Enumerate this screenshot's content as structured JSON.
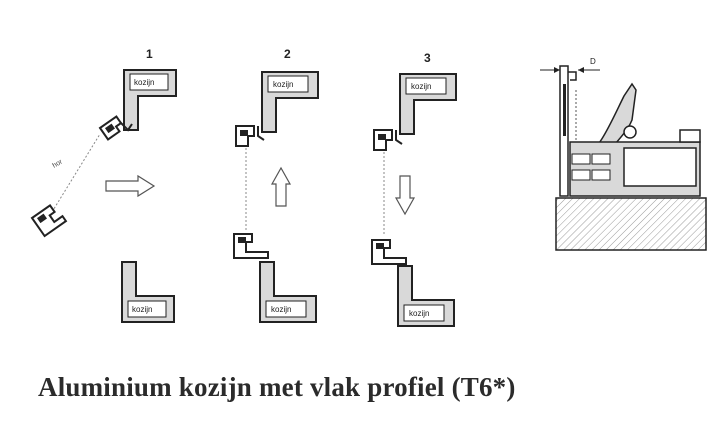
{
  "steps": [
    "1",
    "2",
    "3"
  ],
  "frame_label": "kozijn",
  "tilt_label": "hor",
  "dimension_label": "D",
  "caption": "Aluminium kozijn met vlak profiel (T6*)",
  "colors": {
    "ink": "#222222",
    "caption": "#2b2b2b",
    "fill_light": "#d9d9d9",
    "hatch": "#9a9a9a"
  }
}
